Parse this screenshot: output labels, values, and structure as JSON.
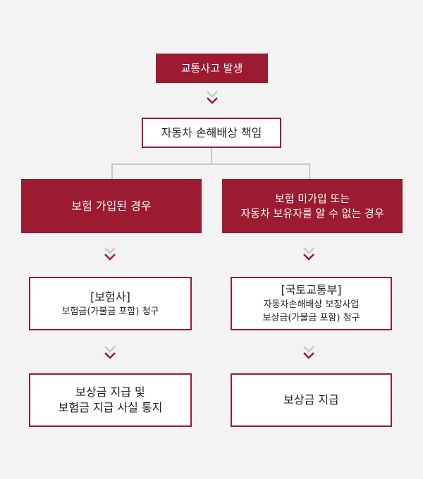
{
  "top": {
    "label": "교통사고 발생"
  },
  "liability": {
    "label": "자동차 손해배상 책임"
  },
  "left": {
    "header": "보험 가입된 경우",
    "agency_title": "[보험사]",
    "agency_desc": "보험금(가불금 포함) 청구",
    "result_line1": "보상금 지급 및",
    "result_line2": "보험금 지급 사실 통지"
  },
  "right": {
    "header_line1": "보험 미가입 또는",
    "header_line2": "자동차 보유자를 알 수 없는 경우",
    "agency_title": "[국토교통부]",
    "agency_desc_line1": "자동차손해배상 보장사업",
    "agency_desc_line2": "보상금(가불금 포함) 청구",
    "result": "보상금 지급"
  },
  "colors": {
    "accent": "#9c1b30",
    "connector": "#c8c8c8",
    "background": "#f3f3f3"
  },
  "icons": {
    "arrow": "chevron-down-double"
  }
}
